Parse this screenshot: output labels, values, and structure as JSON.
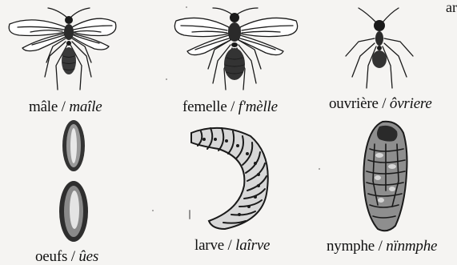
{
  "corner_text": "ar",
  "items": [
    {
      "name": "mâle",
      "sep": " / ",
      "dialect": "maîle"
    },
    {
      "name": "femelle",
      "sep": " / ",
      "dialect": "f'mèlle"
    },
    {
      "name": "ouvrière",
      "sep": " / ",
      "dialect": "ôvriere"
    },
    {
      "name": "oeufs",
      "sep": " / ",
      "dialect": "ûes"
    },
    {
      "name": "larve",
      "sep": " / ",
      "dialect": "laîrve"
    },
    {
      "name": "nymphe",
      "sep": " / ",
      "dialect": "nïnmphe"
    }
  ]
}
